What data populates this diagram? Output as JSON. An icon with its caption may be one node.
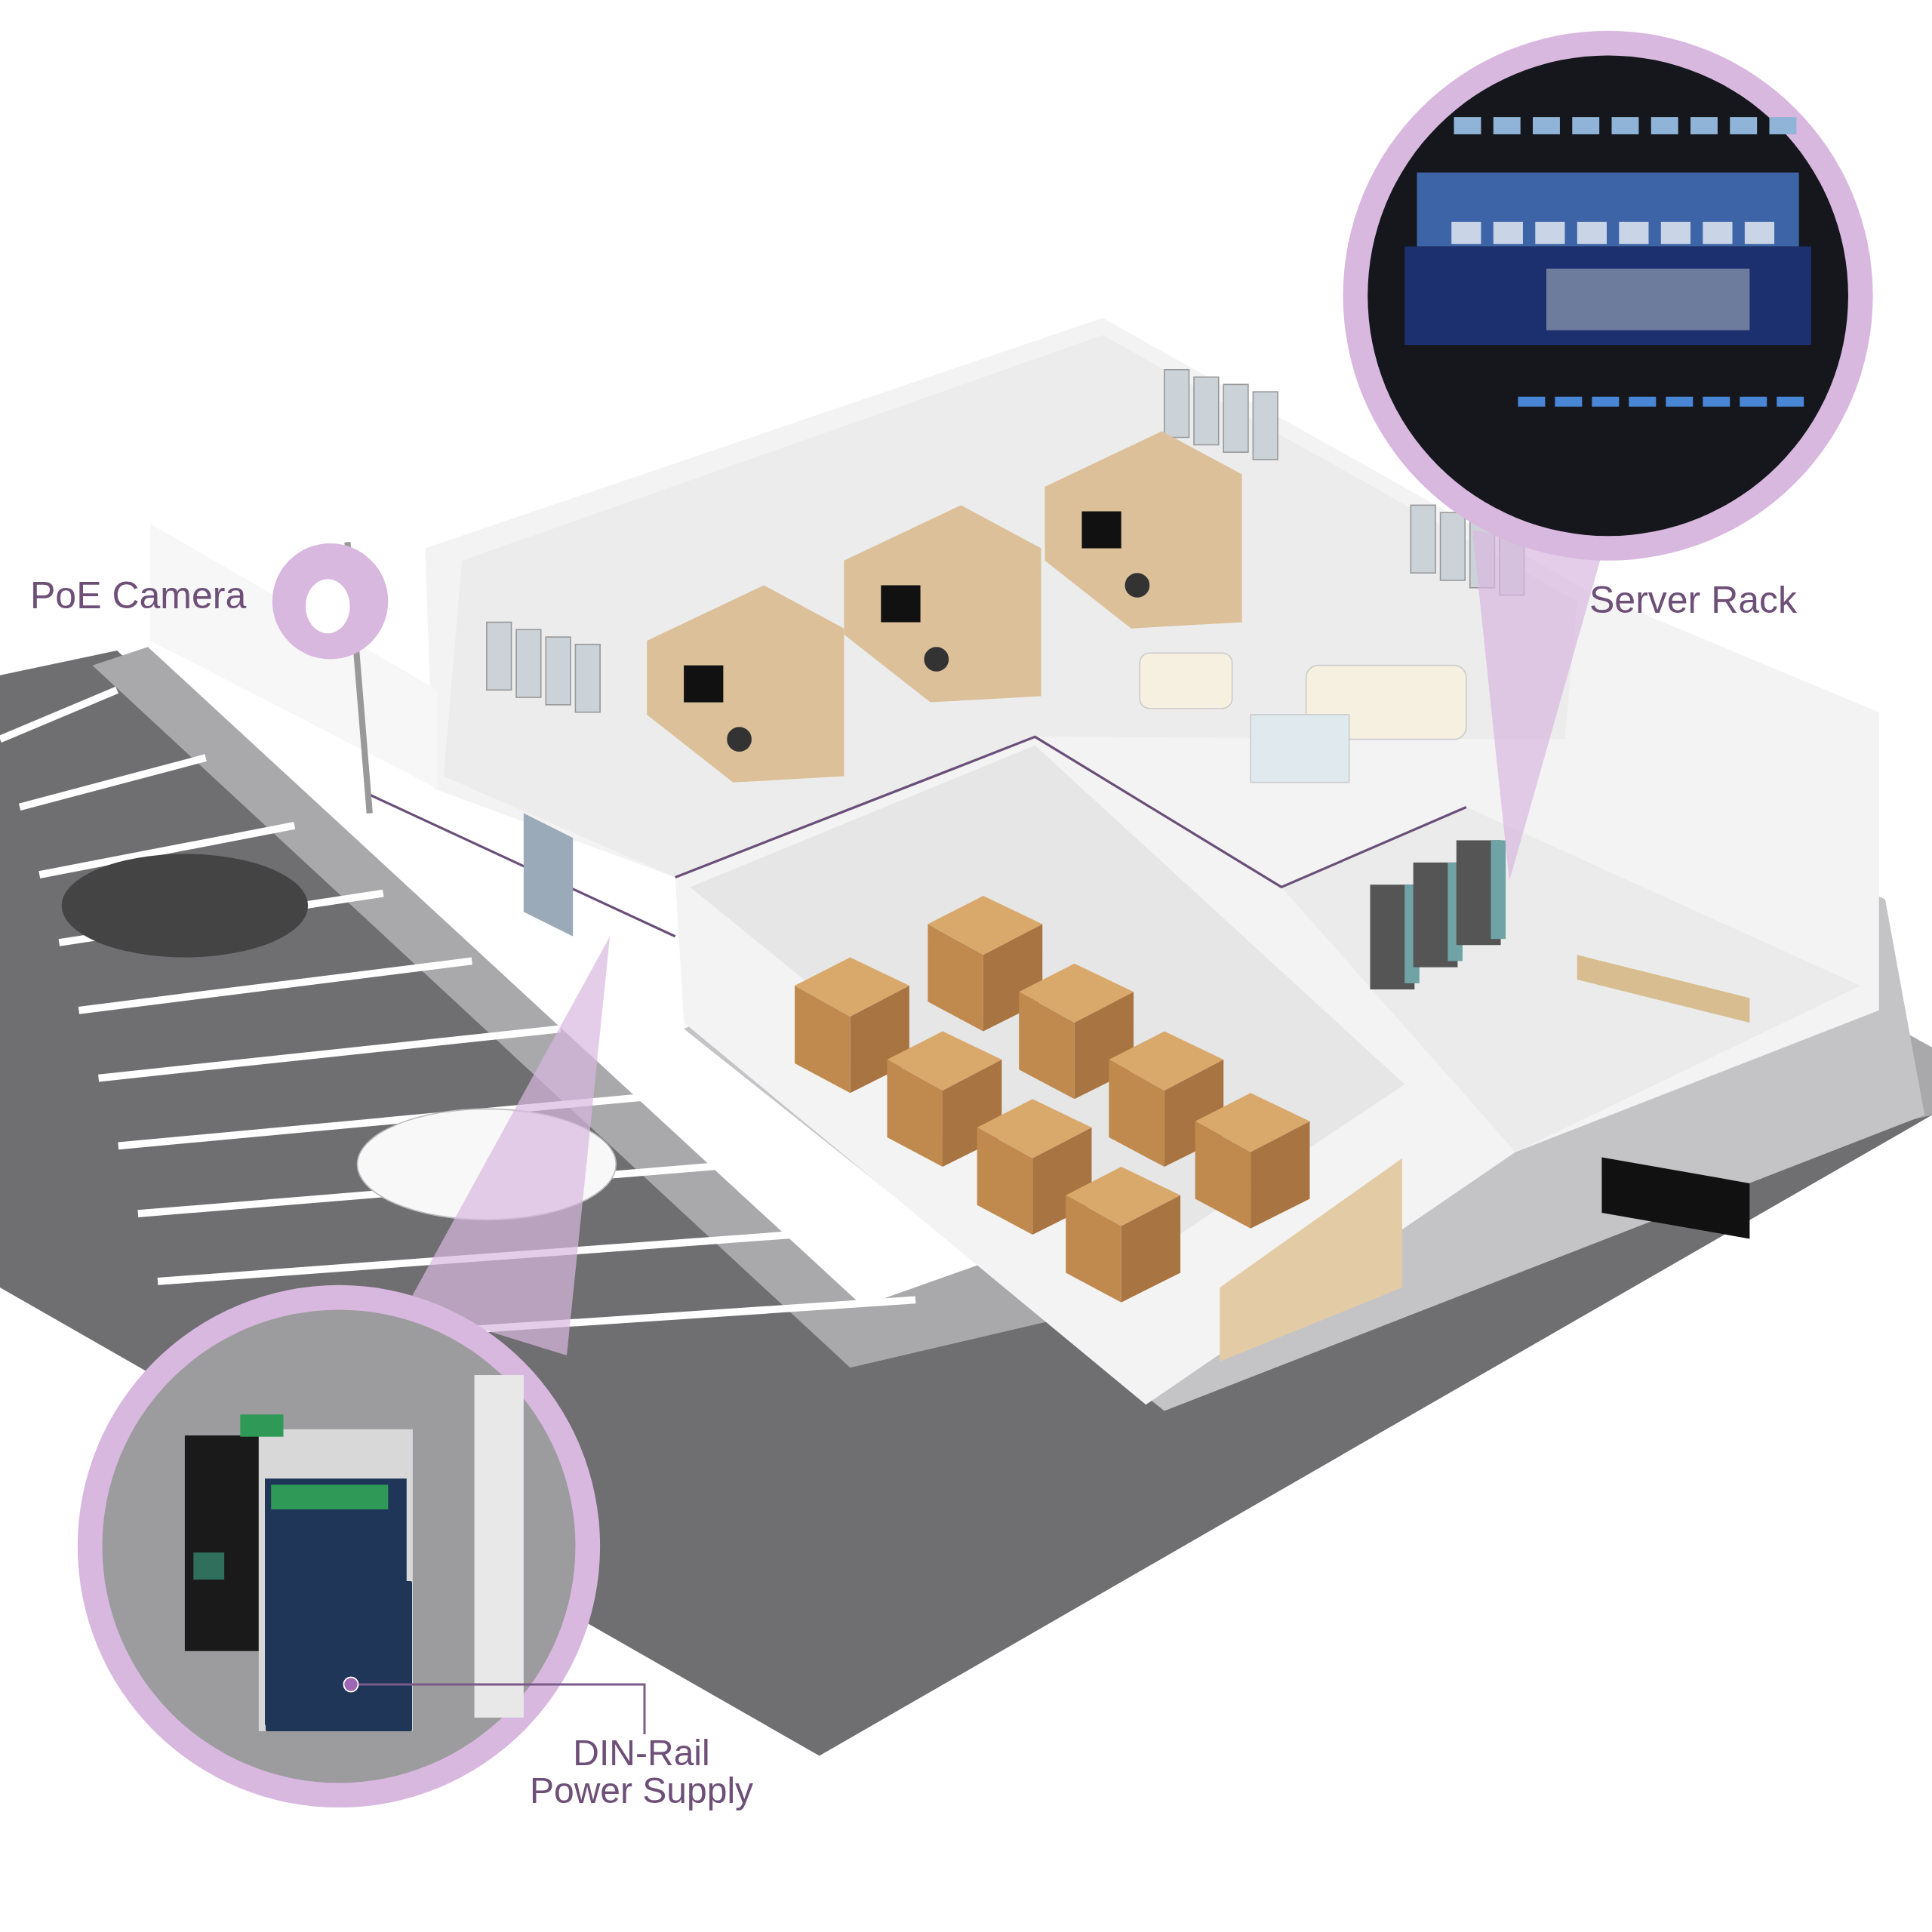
{
  "diagram": {
    "nodes": [
      {
        "text": [
          "DIN-Rail Power Supply"
        ]
      },
      {
        "text": [],
        "shape": "box"
      }
    ],
    "edges": [
      {
        "from": 0,
        "to": 1,
        "arrow": "other"
      }
    ],
    "labels": [
      "PoE Camera",
      "Server Rack"
    ]
  }
}
